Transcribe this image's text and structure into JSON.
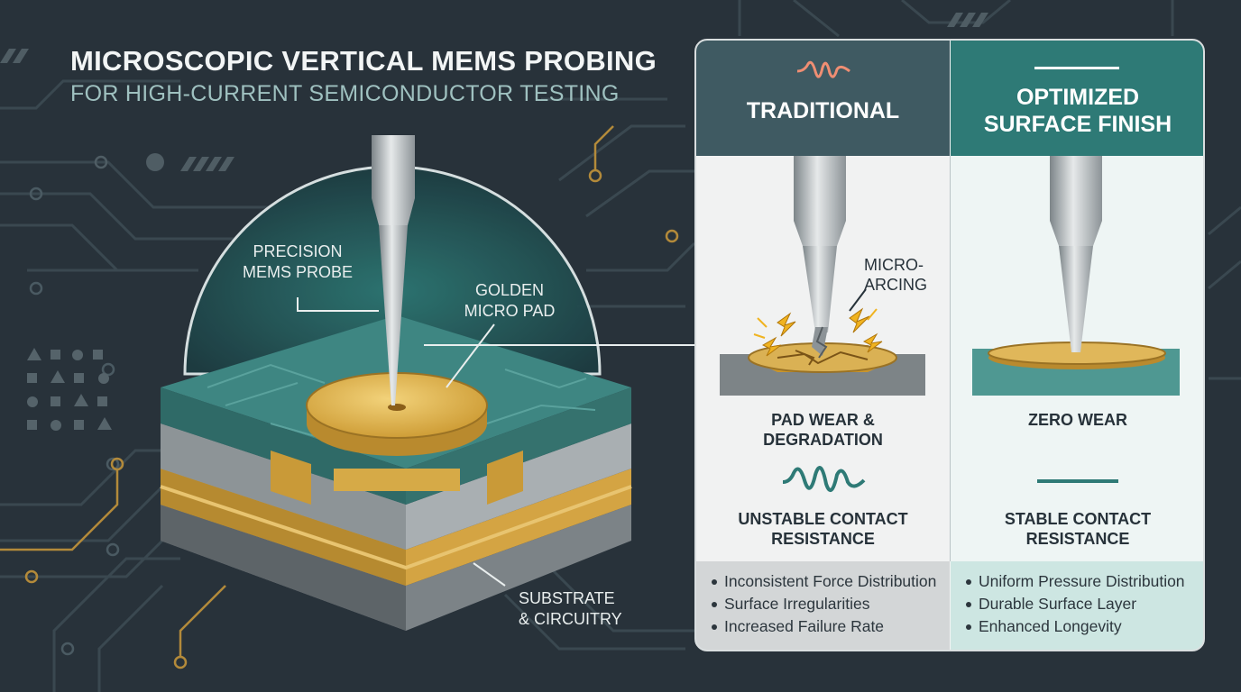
{
  "header": {
    "title": "MICROSCOPIC VERTICAL MEMS PROBING",
    "subtitle": "FOR HIGH-CURRENT SEMICONDUCTOR TESTING"
  },
  "diagram": {
    "probe_label_line1": "PRECISION",
    "probe_label_line2": "MEMS PROBE",
    "pad_label_line1": "GOLDEN",
    "pad_label_line2": "MICRO PAD",
    "substrate_label_line1": "SUBSTRATE",
    "substrate_label_line2": "& CIRCUITRY"
  },
  "comparison": {
    "left": {
      "heading": "TRADITIONAL",
      "arc_label_line1": "MICRO-",
      "arc_label_line2": "ARCING",
      "result_line1": "PAD WEAR &",
      "result_line2": "DEGRADATION",
      "contact_line1": "UNSTABLE CONTACT",
      "contact_line2": "RESISTANCE",
      "bullets": [
        "Inconsistent Force Distribution",
        "Surface Irregularities",
        "Increased Failure Rate"
      ]
    },
    "right": {
      "heading_line1": "OPTIMIZED",
      "heading_line2": "SURFACE FINISH",
      "result_line1": "ZERO WEAR",
      "contact_line1": "STABLE CONTACT",
      "contact_line2": "RESISTANCE",
      "bullets": [
        "Uniform Pressure Distribution",
        "Durable Surface Layer",
        "Enhanced Longevity"
      ]
    }
  },
  "colors": {
    "background": "#28323a",
    "teal": "#2e7a76",
    "gold": "#d9a93a",
    "slate": "#3f5a62"
  }
}
